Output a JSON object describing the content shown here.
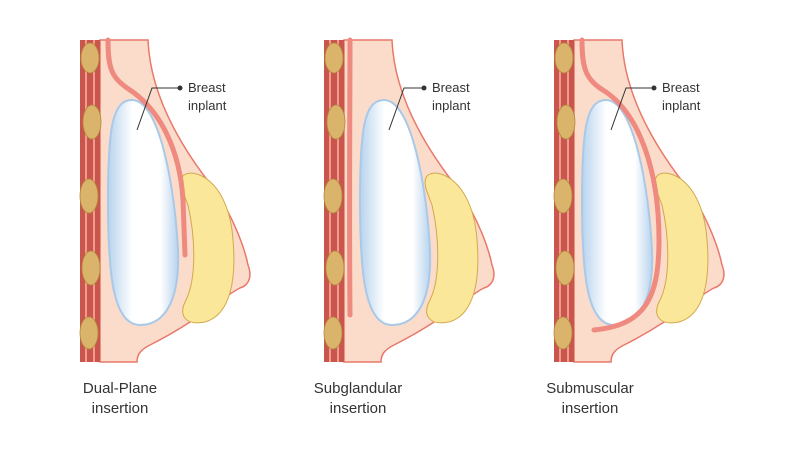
{
  "panels": [
    {
      "label_line1": "Breast",
      "label_line2": "inplant",
      "caption_line1": "Dual-Plane",
      "caption_line2": "insertion"
    },
    {
      "label_line1": "Breast",
      "label_line2": "inplant",
      "caption_line1": "Subglandular",
      "caption_line2": "insertion"
    },
    {
      "label_line1": "Breast",
      "label_line2": "inplant",
      "caption_line1": "Submuscular",
      "caption_line2": "insertion"
    }
  ],
  "colors": {
    "skin": "#fbdccb",
    "outline": "#e9786a",
    "muscle": "#ee8a80",
    "chest_wall": "#c9564c",
    "rib": "#d9b46a",
    "implant": "#bcd8f0",
    "gland": "#fbe79a"
  }
}
